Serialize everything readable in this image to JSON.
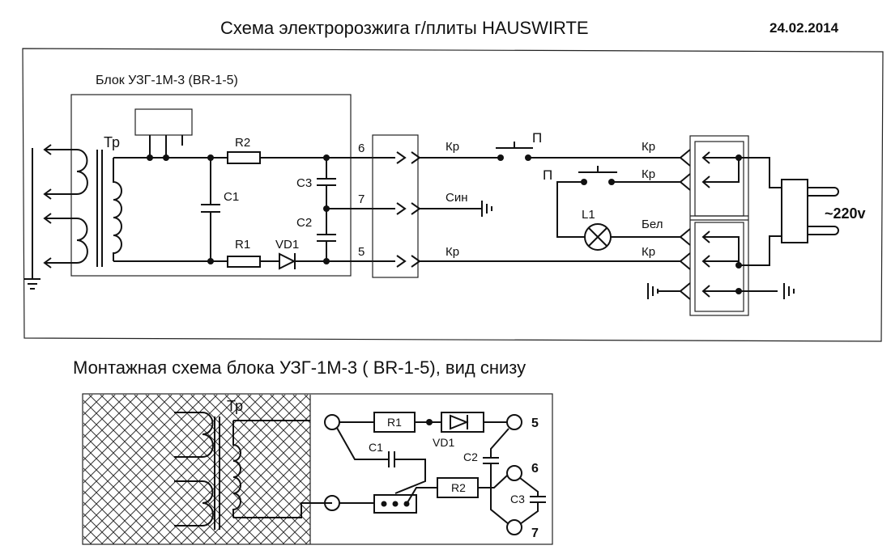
{
  "header": {
    "title": "Схема электророзжига г/плиты HAUSWIRTE",
    "date": "24.02.2014"
  },
  "top": {
    "block_label": "Блок УЗГ-1М-3  (BR-1-5)",
    "tr": "Тр",
    "r2": "R2",
    "r1": "R1",
    "c1": "C1",
    "c2": "C2",
    "c3": "C3",
    "vd1": "VD1",
    "pin6": "6",
    "pin7": "7",
    "pin5": "5",
    "wire_kr": "Кр",
    "wire_sin": "Син",
    "wire_bel": "Бел",
    "button": "П",
    "lamp": "L1",
    "voltage": "~220v"
  },
  "bottom": {
    "title": "Монтажная схема блока УЗГ-1М-3 ( BR-1-5), вид снизу",
    "tr": "Тр",
    "r1": "R1",
    "r2": "R2",
    "c1": "C1",
    "c2": "C2",
    "c3": "C3",
    "vd1": "VD1",
    "pin5": "5",
    "pin6": "6",
    "pin7": "7"
  }
}
